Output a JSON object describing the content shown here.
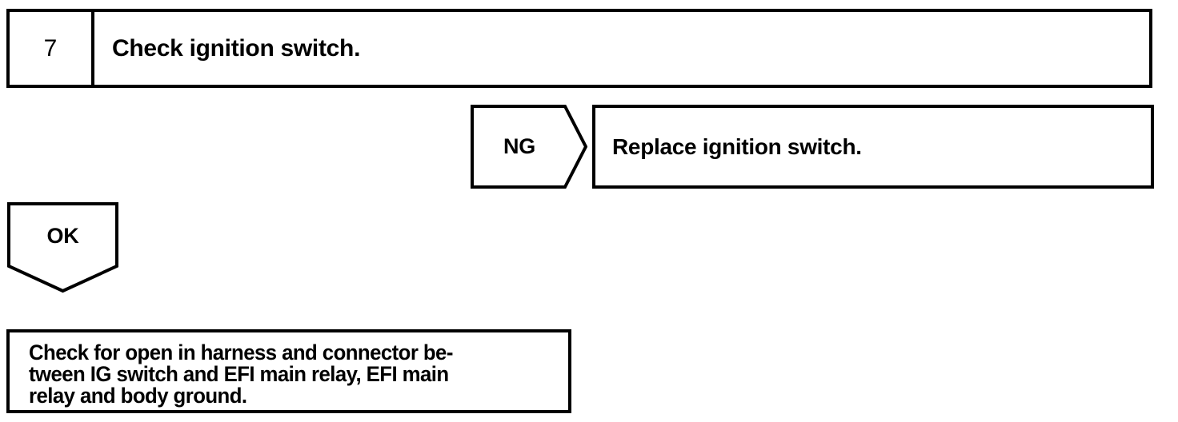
{
  "diagram": {
    "type": "troubleshooting-flowchart",
    "colors": {
      "line": "#000000",
      "background": "#ffffff",
      "text": "#000000"
    },
    "step": {
      "number": "7",
      "instruction": "Check ignition switch."
    },
    "branches": [
      {
        "label": "NG",
        "shape": "arrow-right",
        "target": "Replace ignition switch."
      },
      {
        "label": "OK",
        "shape": "arrow-down",
        "target": "action-box"
      }
    ],
    "ng_branch": {
      "label": "NG",
      "result": "Replace ignition switch."
    },
    "ok_branch": {
      "label": "OK"
    },
    "action": {
      "line1": "Check for open in harness and connector be-",
      "line2": "tween IG switch and EFI main relay, EFI main",
      "line3": "relay and body ground.",
      "full_text": "Check for open in harness and connector between IG switch and EFI main relay, EFI main relay and body ground."
    }
  }
}
